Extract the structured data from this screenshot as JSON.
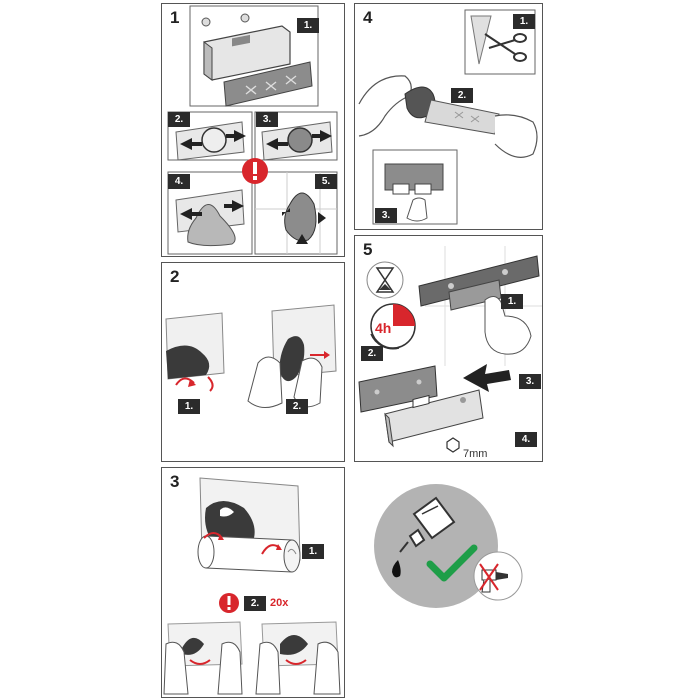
{
  "panels": [
    {
      "id": "1",
      "steps": [
        "1.",
        "2.",
        "3.",
        "4.",
        "5."
      ]
    },
    {
      "id": "2",
      "steps": [
        "1.",
        "2."
      ]
    },
    {
      "id": "3",
      "steps": [
        "1.",
        "2."
      ],
      "repeat_label": "20x"
    },
    {
      "id": "4",
      "steps": [
        "1.",
        "2.",
        "3."
      ]
    },
    {
      "id": "5",
      "steps": [
        "1.",
        "2.",
        "3.",
        "4."
      ],
      "cure_time": "4h",
      "wrench_size": "7mm"
    }
  ],
  "colors": {
    "accent_red": "#d8262c",
    "dark_gray": "#3a3a3a",
    "plate_gray": "#8c8c8c",
    "light_gray": "#d9d9d9",
    "check_green": "#1e9e48",
    "circle_gray": "#b3b3b3"
  },
  "icons": {
    "warning": "warning-icon",
    "hourglass": "hourglass-icon",
    "scissors": "scissors-icon",
    "glue": "glue-bottle-icon",
    "check": "check-icon",
    "no_drill": "no-drill-icon"
  }
}
